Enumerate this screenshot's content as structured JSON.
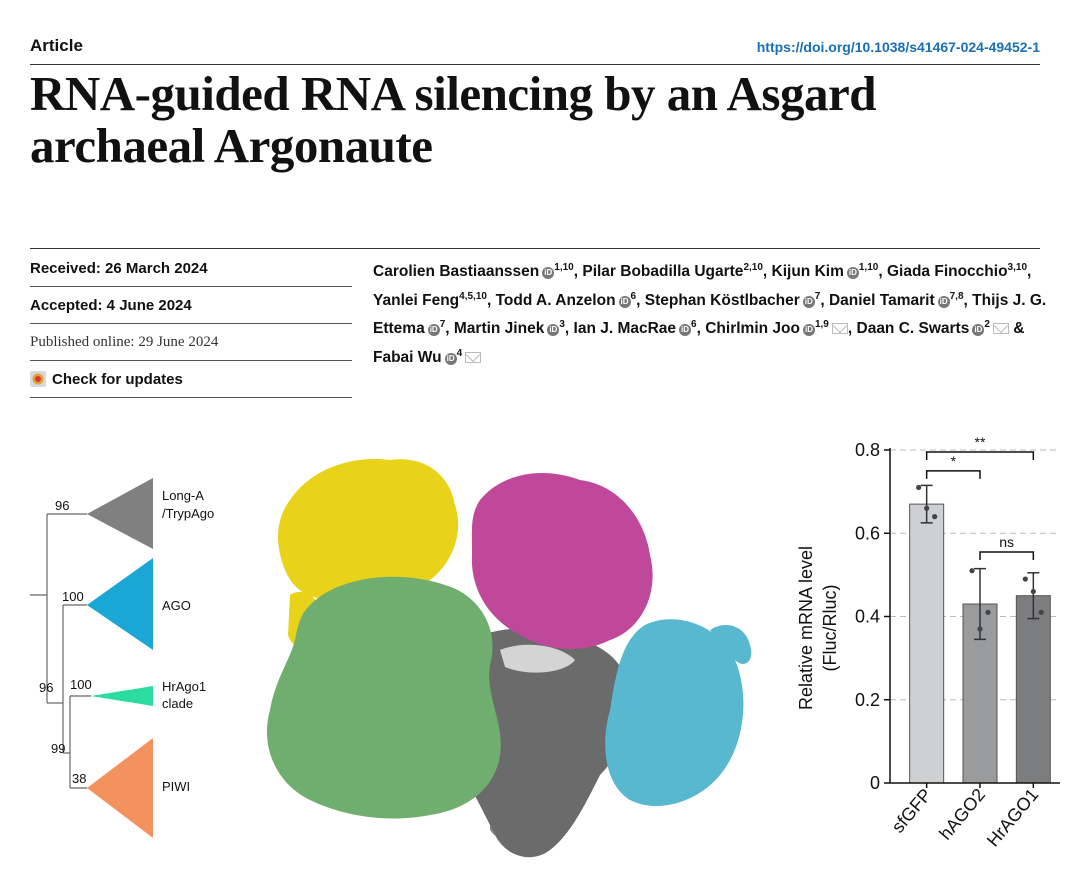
{
  "header": {
    "article_label": "Article",
    "doi": "https://doi.org/10.1038/s41467-024-49452-1"
  },
  "title": "RNA-guided RNA silencing by an Asgard archaeal Argonaute",
  "dates": {
    "received": "Received: 26 March 2024",
    "accepted": "Accepted: 4 June 2024",
    "published": "Published online: 29 June 2024",
    "check_updates": "Check for updates"
  },
  "authors": [
    {
      "name": "Carolien Bastiaanssen",
      "orcid": true,
      "aff": "1,10",
      "mail": false
    },
    {
      "name": "Pilar Bobadilla Ugarte",
      "orcid": false,
      "aff": "2,10",
      "mail": false
    },
    {
      "name": "Kijun Kim",
      "orcid": true,
      "aff": "1,10",
      "mail": false
    },
    {
      "name": "Giada Finocchio",
      "orcid": false,
      "aff": "3,10",
      "mail": false
    },
    {
      "name": "Yanlei Feng",
      "orcid": false,
      "aff": "4,5,10",
      "mail": false
    },
    {
      "name": "Todd A. Anzelon",
      "orcid": true,
      "aff": "6",
      "mail": false
    },
    {
      "name": "Stephan Köstlbacher",
      "orcid": true,
      "aff": "7",
      "mail": false
    },
    {
      "name": "Daniel Tamarit",
      "orcid": true,
      "aff": "7,8",
      "mail": false
    },
    {
      "name": "Thijs J. G. Ettema",
      "orcid": true,
      "aff": "7",
      "mail": false
    },
    {
      "name": "Martin Jinek",
      "orcid": true,
      "aff": "3",
      "mail": false
    },
    {
      "name": "Ian J. MacRae",
      "orcid": true,
      "aff": "6",
      "mail": false
    },
    {
      "name": "Chirlmin Joo",
      "orcid": true,
      "aff": "1,9",
      "mail": true
    },
    {
      "name": "Daan C. Swarts",
      "orcid": true,
      "aff": "2",
      "mail": true
    },
    {
      "name": "Fabai Wu",
      "orcid": true,
      "aff": "4",
      "mail": true
    }
  ],
  "author_separator": ", ",
  "author_conjunction": " & ",
  "tree": {
    "clades": [
      {
        "label": "Long-A",
        "label2": "/TrypAgo",
        "color": "#808080"
      },
      {
        "label": "AGO",
        "label2": "",
        "color": "#1aa7d6"
      },
      {
        "label": "HrAgo1",
        "label2": "clade",
        "color": "#2bdba0"
      },
      {
        "label": "PIWI",
        "label2": "",
        "color": "#f4925f"
      }
    ],
    "bootstrap": [
      "96",
      "100",
      "96",
      "100",
      "99",
      "38"
    ]
  },
  "structure_colors": {
    "yellow": "#e8d21a",
    "magenta": "#c0489a",
    "green": "#6fae6e",
    "cyan": "#58b8cf",
    "gray": "#6b6b6b"
  },
  "chart_data": {
    "type": "bar",
    "categories": [
      "sfGFP",
      "hAGO2",
      "HrAGO1"
    ],
    "values": [
      0.67,
      0.43,
      0.45
    ],
    "errors": [
      0.045,
      0.085,
      0.055
    ],
    "points": [
      [
        0.71,
        0.66,
        0.64
      ],
      [
        0.51,
        0.37,
        0.41
      ],
      [
        0.49,
        0.46,
        0.41
      ]
    ],
    "bar_colors": [
      "#cfd0d2",
      "#9a9b9d",
      "#7c7d7f"
    ],
    "ylabel": "Relative mRNA level",
    "ylabel2": "(Fluc/Rluc)",
    "ylim": [
      0,
      0.8
    ],
    "yticks": [
      "0",
      "0.2",
      "0.4",
      "0.6",
      "0.8"
    ],
    "grid": "dashed",
    "significance": [
      {
        "pair": [
          "sfGFP",
          "HrAGO1"
        ],
        "label": "**"
      },
      {
        "pair": [
          "sfGFP",
          "hAGO2"
        ],
        "label": "*"
      },
      {
        "pair": [
          "hAGO2",
          "HrAGO1"
        ],
        "label": "ns"
      }
    ]
  }
}
